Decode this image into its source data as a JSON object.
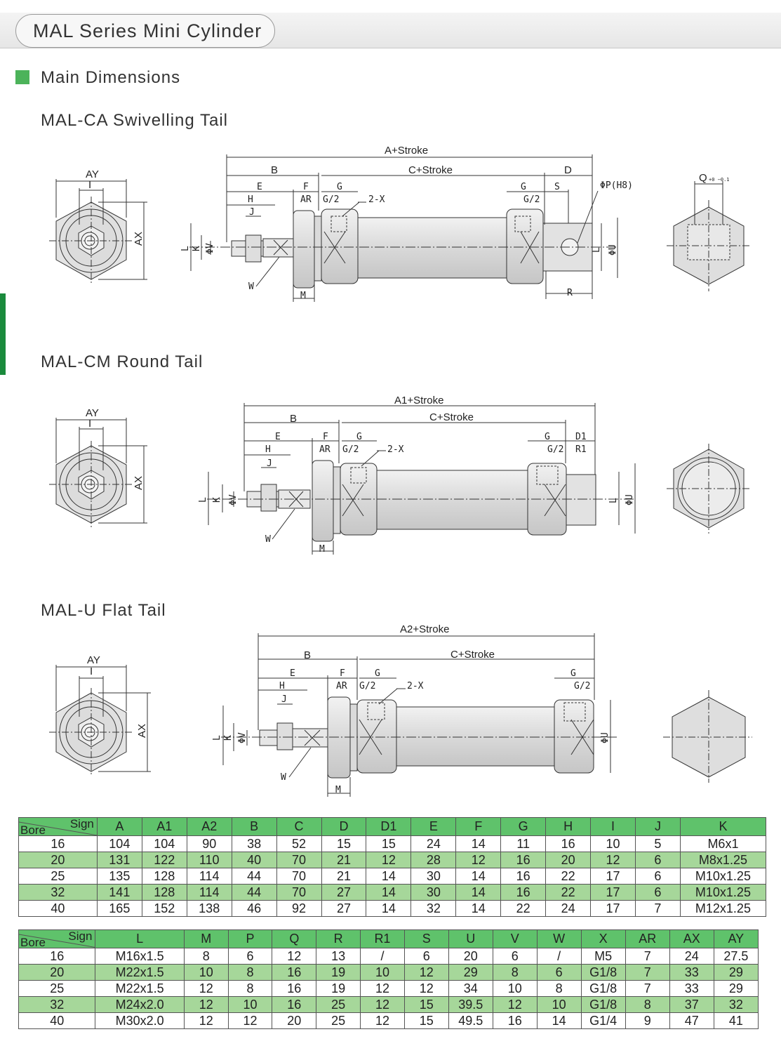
{
  "page": {
    "title": "MAL Series Mini Cylinder"
  },
  "section": {
    "title": "Main Dimensions"
  },
  "views": [
    {
      "title": "MAL-CA  Swivelling Tail",
      "dims": {
        "overall": "A+Stroke",
        "b": "B",
        "c": "C+Stroke",
        "d": "D",
        "e": "E",
        "f": "F",
        "g1": "G",
        "g2": "G/2",
        "x": "2-X",
        "h": "H",
        "ar": "AR",
        "j": "J",
        "g3": "G",
        "g4": "G/2",
        "s": "S",
        "p": "ΦP(H8)",
        "l": "L",
        "k": "K",
        "v": "ΦV",
        "w": "W",
        "m": "M",
        "r": "R",
        "u": "ΦU",
        "q": "Q",
        "q_tol": "+0 −0.1",
        "ay": "AY",
        "i": "I",
        "ax": "AX",
        "l2": "L"
      }
    },
    {
      "title": "MAL-CM   Round Tail",
      "dims": {
        "overall": "A1+Stroke",
        "b": "B",
        "c": "C+Stroke",
        "e": "E",
        "f": "F",
        "g1": "G",
        "d1": "D1",
        "h": "H",
        "ar": "AR",
        "g2": "G/2",
        "x": "2-X",
        "g4": "G/2",
        "r1": "R1",
        "j": "J",
        "g3": "G",
        "l": "L",
        "k": "K",
        "v": "ΦV",
        "w": "W",
        "m": "M",
        "u": "ΦU",
        "ay": "AY",
        "i": "I",
        "ax": "AX",
        "l2": "L"
      }
    },
    {
      "title": "MAL-U Flat Tail",
      "dims": {
        "overall": "A2+Stroke",
        "b": "B",
        "c": "C+Stroke",
        "e": "E",
        "f": "F",
        "g1": "G",
        "g3": "G",
        "h": "H",
        "ar": "AR",
        "g2": "G/2",
        "x": "2-X",
        "g4": "G/2",
        "j": "J",
        "l": "L",
        "k": "K",
        "v": "ΦV",
        "w": "W",
        "m": "M",
        "u": "ΦU",
        "ay": "AY",
        "i": "I",
        "ax": "AX"
      }
    }
  ],
  "table1": {
    "corner_sign": "Sign",
    "corner_bore": "Bore",
    "headers": [
      "A",
      "A1",
      "A2",
      "B",
      "C",
      "D",
      "D1",
      "E",
      "F",
      "G",
      "H",
      "I",
      "J",
      "K"
    ],
    "rows": [
      [
        "16",
        "104",
        "104",
        "90",
        "38",
        "52",
        "15",
        "15",
        "24",
        "14",
        "11",
        "16",
        "10",
        "5",
        "M6x1"
      ],
      [
        "20",
        "131",
        "122",
        "110",
        "40",
        "70",
        "21",
        "12",
        "28",
        "12",
        "16",
        "20",
        "12",
        "6",
        "M8x1.25"
      ],
      [
        "25",
        "135",
        "128",
        "114",
        "44",
        "70",
        "21",
        "14",
        "30",
        "14",
        "16",
        "22",
        "17",
        "6",
        "M10x1.25"
      ],
      [
        "32",
        "141",
        "128",
        "114",
        "44",
        "70",
        "27",
        "14",
        "30",
        "14",
        "16",
        "22",
        "17",
        "6",
        "M10x1.25"
      ],
      [
        "40",
        "165",
        "152",
        "138",
        "46",
        "92",
        "27",
        "14",
        "32",
        "14",
        "22",
        "24",
        "17",
        "7",
        "M12x1.25"
      ]
    ]
  },
  "table2": {
    "corner_sign": "Sign",
    "corner_bore": "Bore",
    "headers": [
      "L",
      "M",
      "P",
      "Q",
      "R",
      "R1",
      "S",
      "U",
      "V",
      "W",
      "X",
      "AR",
      "AX",
      "AY"
    ],
    "rows": [
      [
        "16",
        "M16x1.5",
        "8",
        "6",
        "12",
        "13",
        "/",
        "6",
        "20",
        "6",
        "/",
        "M5",
        "7",
        "24",
        "27.5"
      ],
      [
        "20",
        "M22x1.5",
        "10",
        "8",
        "16",
        "19",
        "10",
        "12",
        "29",
        "8",
        "6",
        "G1/8",
        "7",
        "33",
        "29"
      ],
      [
        "25",
        "M22x1.5",
        "12",
        "8",
        "16",
        "19",
        "12",
        "12",
        "34",
        "10",
        "8",
        "G1/8",
        "7",
        "33",
        "29"
      ],
      [
        "32",
        "M24x2.0",
        "12",
        "10",
        "16",
        "25",
        "12",
        "15",
        "39.5",
        "12",
        "10",
        "G1/8",
        "8",
        "37",
        "32"
      ],
      [
        "40",
        "M30x2.0",
        "12",
        "12",
        "20",
        "25",
        "12",
        "15",
        "49.5",
        "16",
        "14",
        "G1/4",
        "9",
        "47",
        "41"
      ]
    ]
  },
  "colors": {
    "header_green": "#5fc26b",
    "row_green": "#a6d79a",
    "accent": "#4cb35a",
    "side_bar": "#1a8a3c"
  }
}
